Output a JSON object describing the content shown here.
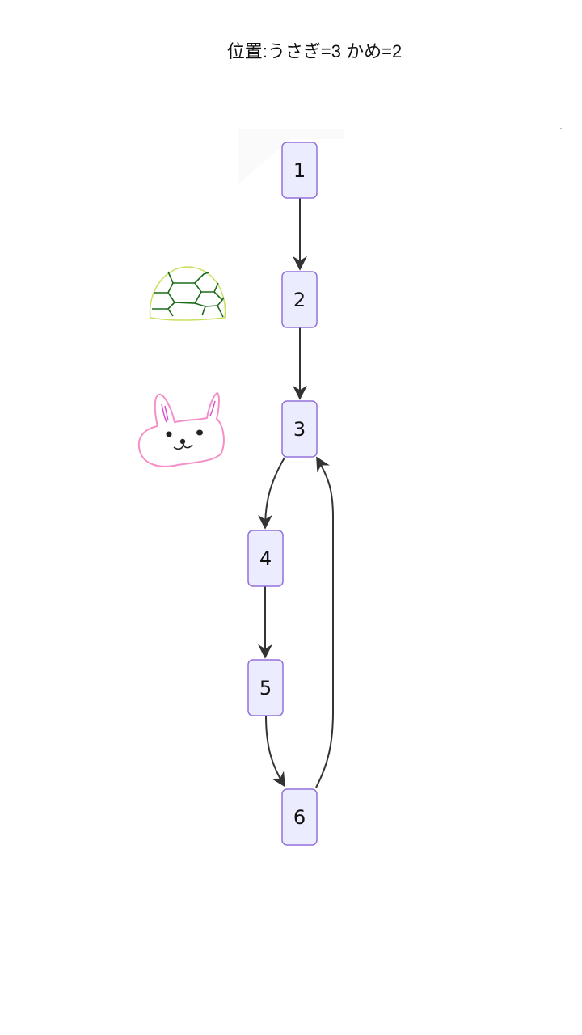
{
  "title": "位置:うさぎ=3 かめ=2",
  "nodes": [
    {
      "id": "1",
      "label": "1"
    },
    {
      "id": "2",
      "label": "2"
    },
    {
      "id": "3",
      "label": "3"
    },
    {
      "id": "4",
      "label": "4"
    },
    {
      "id": "5",
      "label": "5"
    },
    {
      "id": "6",
      "label": "6"
    }
  ],
  "edges": [
    {
      "from": "1",
      "to": "2"
    },
    {
      "from": "2",
      "to": "3"
    },
    {
      "from": "3",
      "to": "4"
    },
    {
      "from": "4",
      "to": "5"
    },
    {
      "from": "5",
      "to": "6"
    },
    {
      "from": "6",
      "to": "3"
    }
  ],
  "markers": {
    "rabbit": {
      "icon": "rabbit-icon",
      "position": "3"
    },
    "turtle": {
      "icon": "turtle-icon",
      "position": "2"
    }
  },
  "colors": {
    "node_fill": "#ECECFF",
    "node_stroke": "#9370DB",
    "edge": "#333333",
    "rabbit": "#F48FC8",
    "turtle_shell": "#1B6B1B",
    "turtle_outline": "#C8E060"
  }
}
